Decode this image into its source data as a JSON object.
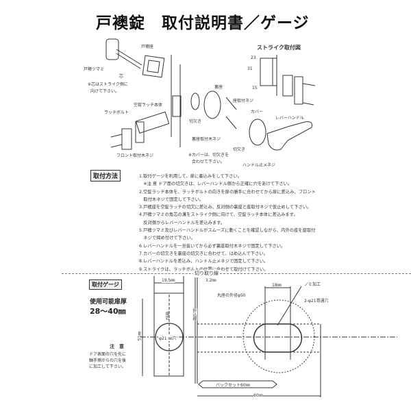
{
  "title": "戸襖錠　取付説明書／ゲージ",
  "diagram": {
    "labels": {
      "knob": "戸襖ツマミ",
      "spindle": "芯",
      "spindle_note_1": "※芯はストライク側に",
      "spindle_note_2": "向けて下さい。",
      "knob_seat": "戸襖座",
      "latch_body": "空錠ラッチ本体",
      "latch_bolt": "ラッチボルト",
      "front_screw": "フロント取付木ネジ",
      "strike_title": "ストライク取付図",
      "dim_23": "23",
      "dim_31": "31",
      "dim_15": "15",
      "back_seat": "裏座",
      "seat_screw": "座取付ネジ",
      "cover": "カバー",
      "lever_handle": "レバーハンドル",
      "notch_1": "切欠き",
      "back_seat_screw": "裏座取付木ネジ",
      "notch_2": "切欠き",
      "cover_note_1": "※カバーは、切欠きを",
      "cover_note_2": "合わせて下さい。",
      "handle_set_screw": "ハンドル止メネジ"
    }
  },
  "method": {
    "heading": "取付方法",
    "steps": [
      "1.取付ゲージを利用して、扉に墨込みをして下さい。",
      "　※注 意  ドア面の切欠きは、レバーハンドル側から正確に穴をあけて下さい。",
      "2.空錠ラッチ本体を、ラッチボルトの向きを扉の勝手に合わせてから扉に差込み、フロント",
      "　取付木ネジで固定して下さい。",
      "3.戸襖座を空錠ラッチの切欠に差込み、反対側の裏座と座取付ネジで仮止めして下さい。",
      "4.戸襖ツマミの角芯の溝をストライク側に向けて、空錠ラッチ本体に差込みます。",
      "　反対側からレバーハンドルを差込みます。",
      "5.戸襖ツマミ及びレバーハンドルがスムーズに動くことを確認しながら、内外の座を座取付",
      "　ネジで締め付けて下さい。",
      "6.レバーハンドルを一旦抜いてから必ず裏座取付木ネジで固定して下さい。",
      "7.カバーの切欠きを裏座の切欠きに合わせて、はめ込んで下さい。",
      "8.レバーハンドルを差込み、ハンドル止メネジで固定して下さい。",
      "9.ストライクは、ラッチボルトの位置に合わせて取付けて下さい。"
    ]
  },
  "cut_line": "切り取り線",
  "gauge": {
    "heading": "取付ゲージ",
    "door_thickness_label": "使用可能扉厚",
    "door_thickness_value": "28～40㎜",
    "caution_heading": "注　意",
    "caution_lines": [
      "ドア表面の穴を先に",
      "軸手側からの穴を後",
      "に加工して下さい。"
    ],
    "dim_width": "19.5㎜",
    "dim_offset": "3.2㎜",
    "dim_height": "51㎜",
    "hole_label": "φ21 ㎜穴",
    "center_label": "扉芯",
    "fold_label": "折込線",
    "dim_18": "18㎜",
    "chisel": "ノミ加工",
    "outer_dia": "丸座の外径φ50",
    "through_holes": "2-φ21貫通穴",
    "backset": "バックセット60㎜",
    "dim_60": "60㎜"
  }
}
